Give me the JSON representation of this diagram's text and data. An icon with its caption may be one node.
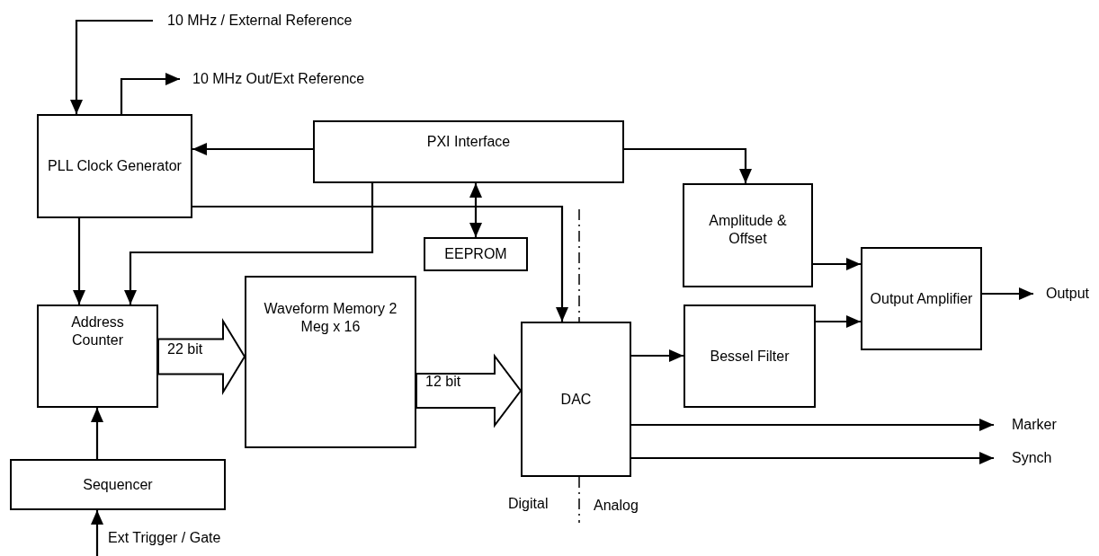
{
  "diagram": {
    "nodes": [
      {
        "text": [
          "10 MHz / External Reference"
        ]
      },
      {
        "text": [
          "10 MHz Out/Ext Reference"
        ]
      },
      {
        "text": [
          "PLL Clock Generator"
        ]
      },
      {
        "text": [
          "PXI Interface"
        ]
      },
      {
        "text": [
          "Amplitude & Offset"
        ]
      },
      {
        "text": [
          "EEPROM"
        ]
      },
      {
        "text": [
          "Address Counter"
        ]
      },
      {
        "text": [
          "Waveform Memory 2 Meg x 16"
        ]
      },
      {
        "text": [
          "DAC"
        ]
      },
      {
        "text": [
          "Bessel Filter"
        ]
      },
      {
        "text": [
          "Output Amplifier"
        ]
      },
      {
        "text": [
          "Output"
        ]
      },
      {
        "text": [
          "Marker"
        ]
      },
      {
        "text": [
          "Synch"
        ]
      },
      {
        "text": [
          "Sequencer"
        ]
      }
    ],
    "edges": [
      {
        "from": 0,
        "to": 2,
        "arrow": "to"
      },
      {
        "from": 2,
        "to": 1,
        "arrow": "to"
      },
      {
        "from": 3,
        "to": 2,
        "arrow": "to"
      },
      {
        "from": 3,
        "to": 4,
        "arrow": "to"
      },
      {
        "from": 3,
        "to": 5,
        "arrow": "both"
      },
      {
        "from": 2,
        "to": 8,
        "arrow": "to"
      },
      {
        "from": 3,
        "to": 6,
        "arrow": "to"
      },
      {
        "from": 2,
        "to": 6,
        "arrow": "to"
      },
      {
        "from": 6,
        "to": 7,
        "arrow": "to",
        "label": "22 bit",
        "style": "thick"
      },
      {
        "from": 7,
        "to": 8,
        "arrow": "to",
        "label": "12 bit",
        "style": "thick"
      },
      {
        "from": 8,
        "to": 9,
        "arrow": "to"
      },
      {
        "from": 4,
        "to": 10,
        "arrow": "to"
      },
      {
        "from": 9,
        "to": 10,
        "arrow": "to"
      },
      {
        "from": 10,
        "to": 11,
        "arrow": "to"
      },
      {
        "from": 8,
        "to": 12,
        "arrow": "to"
      },
      {
        "from": 8,
        "to": 13,
        "arrow": "to"
      },
      {
        "from": 14,
        "to": 6,
        "arrow": "to"
      },
      {
        "from": null,
        "to": 14,
        "arrow": "to",
        "label": "Ext Trigger / Gate"
      }
    ],
    "labels": [
      "Digital",
      "Analog"
    ]
  }
}
